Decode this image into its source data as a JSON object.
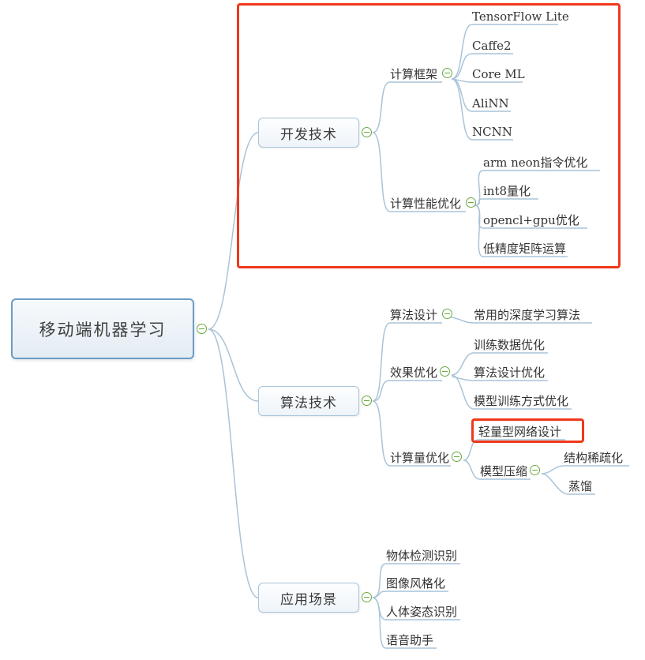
{
  "root": {
    "label": "移动端机器学习"
  },
  "branches": [
    {
      "label": "开发技术",
      "children": [
        {
          "label": "计算框架",
          "children": [
            {
              "label": "TensorFlow Lite"
            },
            {
              "label": "Caffe2"
            },
            {
              "label": "Core ML"
            },
            {
              "label": "AliNN"
            },
            {
              "label": "NCNN"
            }
          ]
        },
        {
          "label": "计算性能优化",
          "children": [
            {
              "label": "arm neon指令优化"
            },
            {
              "label": "int8量化"
            },
            {
              "label": "opencl+gpu优化"
            },
            {
              "label": "低精度矩阵运算"
            }
          ]
        }
      ]
    },
    {
      "label": "算法技术",
      "children": [
        {
          "label": "算法设计",
          "children": [
            {
              "label": "常用的深度学习算法"
            }
          ]
        },
        {
          "label": "效果优化",
          "children": [
            {
              "label": "训练数据优化"
            },
            {
              "label": "算法设计优化"
            },
            {
              "label": "模型训练方式优化"
            }
          ]
        },
        {
          "label": "计算量优化",
          "children": [
            {
              "label": "轻量型网络设计"
            },
            {
              "label": "模型压缩",
              "children": [
                {
                  "label": "结构稀疏化"
                },
                {
                  "label": "蒸馏"
                }
              ]
            }
          ]
        }
      ]
    },
    {
      "label": "应用场景",
      "children": [
        {
          "label": "物体检测识别"
        },
        {
          "label": "图像风格化"
        },
        {
          "label": "人体姿态识别"
        },
        {
          "label": "语音助手"
        }
      ]
    }
  ],
  "icons": {
    "collapse": "minus-circle"
  },
  "colors": {
    "connector": "#a9c4d8",
    "highlight_border": "#f0381c",
    "collapse_green": "#68a93f",
    "root_border": "#6e9cc3",
    "root_fill": "#e3ecf4",
    "branch_border": "#a9c4d8",
    "text": "#333333"
  }
}
